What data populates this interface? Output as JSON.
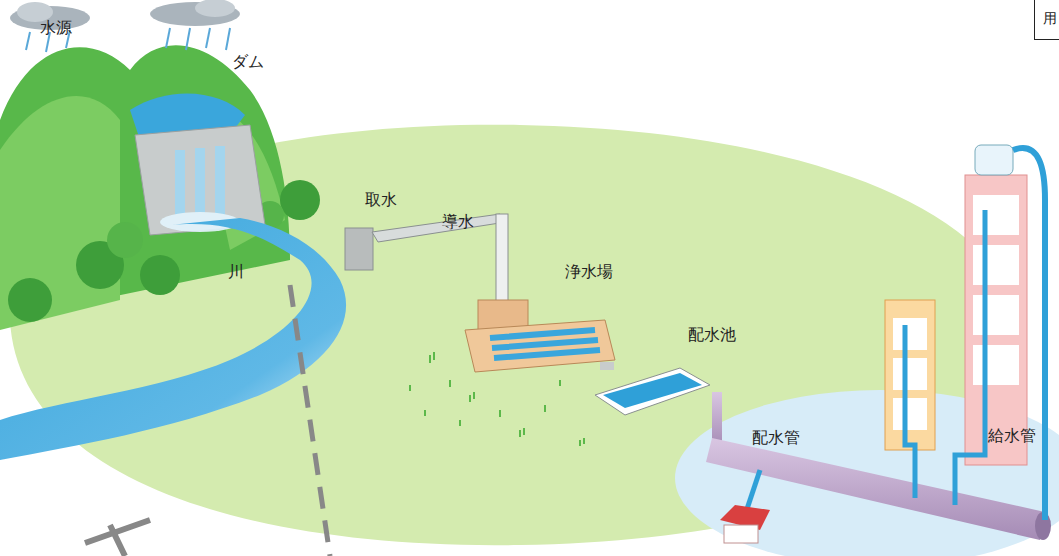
{
  "diagram": {
    "nodes": [
      {
        "text": [
          "用"
        ]
      }
    ],
    "labels": [
      "水源",
      "ダム",
      "取水",
      "導水",
      "川",
      "浄水場",
      "配水池",
      "配水管",
      "給水管"
    ]
  }
}
